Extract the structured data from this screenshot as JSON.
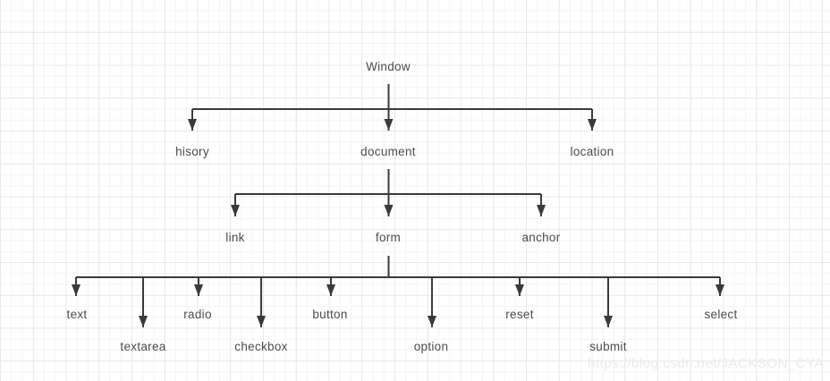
{
  "diagram": {
    "type": "tree",
    "tree": {
      "label": "Window",
      "children": [
        {
          "label": "hisory",
          "children": []
        },
        {
          "label": "document",
          "children": [
            {
              "label": "link",
              "children": []
            },
            {
              "label": "form",
              "children": [
                {
                  "label": "text"
                },
                {
                  "label": "textarea"
                },
                {
                  "label": "radio"
                },
                {
                  "label": "checkbox"
                },
                {
                  "label": "button"
                },
                {
                  "label": "option"
                },
                {
                  "label": "reset"
                },
                {
                  "label": "submit"
                },
                {
                  "label": "select"
                }
              ]
            },
            {
              "label": "anchor",
              "children": []
            }
          ]
        },
        {
          "label": "location",
          "children": []
        }
      ]
    }
  },
  "watermark": {
    "text": "https://blog.csdn.net/JACKSON_CYA"
  },
  "colors": {
    "line": "#3a3a3a",
    "label": "#4c4c4c",
    "watermark": "#eaeaec",
    "grid_minor": "#f4f4f6",
    "grid_major": "#e8e8ea"
  }
}
